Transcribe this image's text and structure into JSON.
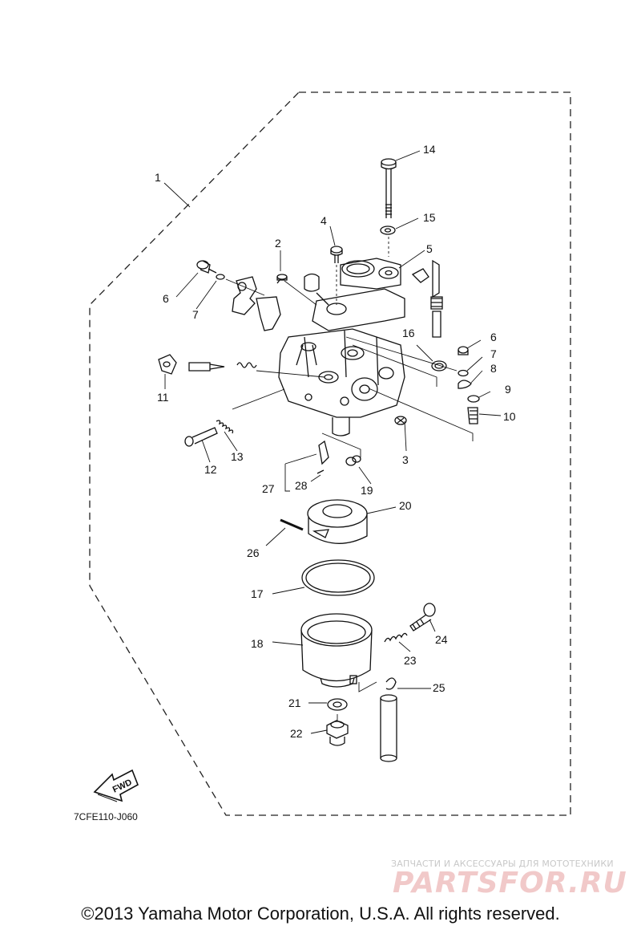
{
  "diagram": {
    "callouts": [
      "1",
      "2",
      "3",
      "4",
      "5",
      "6",
      "7",
      "8",
      "9",
      "10",
      "11",
      "12",
      "13",
      "14",
      "15",
      "16",
      "17",
      "18",
      "19",
      "20",
      "21",
      "22",
      "23",
      "24",
      "25",
      "26",
      "27",
      "28"
    ],
    "fwd_label": "FWD",
    "drawing_code": "7CFE110-J060"
  },
  "watermark": {
    "tagline": "ЗАПЧАСТИ И АКСЕССУАРЫ ДЛЯ МОТОТЕХНИКИ",
    "brand": "PARTSFOR.RU"
  },
  "footer": {
    "copyright": "©2013 Yamaha Motor Corporation, U.S.A. All rights reserved."
  }
}
